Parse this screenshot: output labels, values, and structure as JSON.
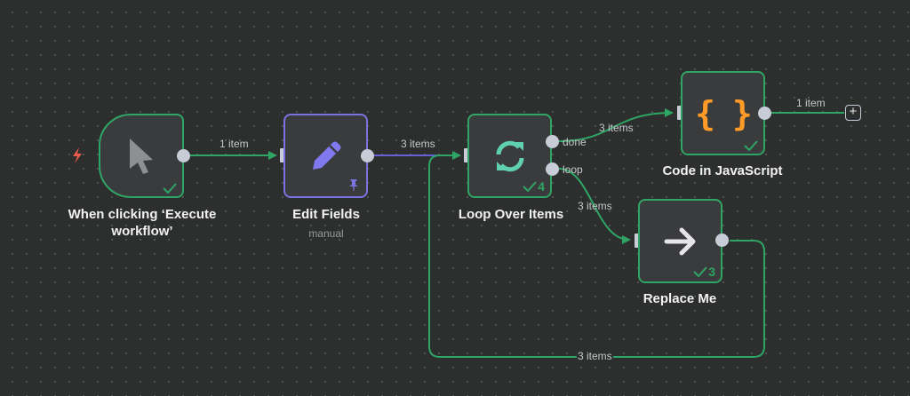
{
  "nodes": {
    "trigger": {
      "label": "When clicking ‘Execute workflow’",
      "label_line1": "When clicking ‘Execute",
      "label_line2": "workflow’",
      "status_icon": "check-icon",
      "icon": "cursor-icon"
    },
    "edit_fields": {
      "label": "Edit Fields",
      "sublabel": "manual",
      "icon": "pencil-icon",
      "status_icon": "pin-icon"
    },
    "loop": {
      "label": "Loop Over Items",
      "icon": "refresh-icon",
      "status_count": "4",
      "outputs": [
        "done",
        "loop"
      ]
    },
    "code": {
      "label": "Code in JavaScript",
      "icon": "braces-icon",
      "icon_text": "{ }",
      "status_icon": "check-icon"
    },
    "replace": {
      "label": "Replace Me",
      "icon": "arrow-right-icon",
      "status_count": "3"
    }
  },
  "edges": {
    "trigger_to_edit": "1 item",
    "edit_to_loop": "3 items",
    "done_to_code": "3 items",
    "loop_to_replace": "3 items",
    "code_out": "1 item",
    "replace_back_to_loop": "3 items"
  },
  "add_node_button": "+",
  "colors": {
    "success": "#2fa565",
    "pinned": "#7a73e0",
    "trigger_bolt": "#ea5b4b",
    "code_icon": "#ff9b26",
    "loop_icon": "#5fd0b0"
  }
}
